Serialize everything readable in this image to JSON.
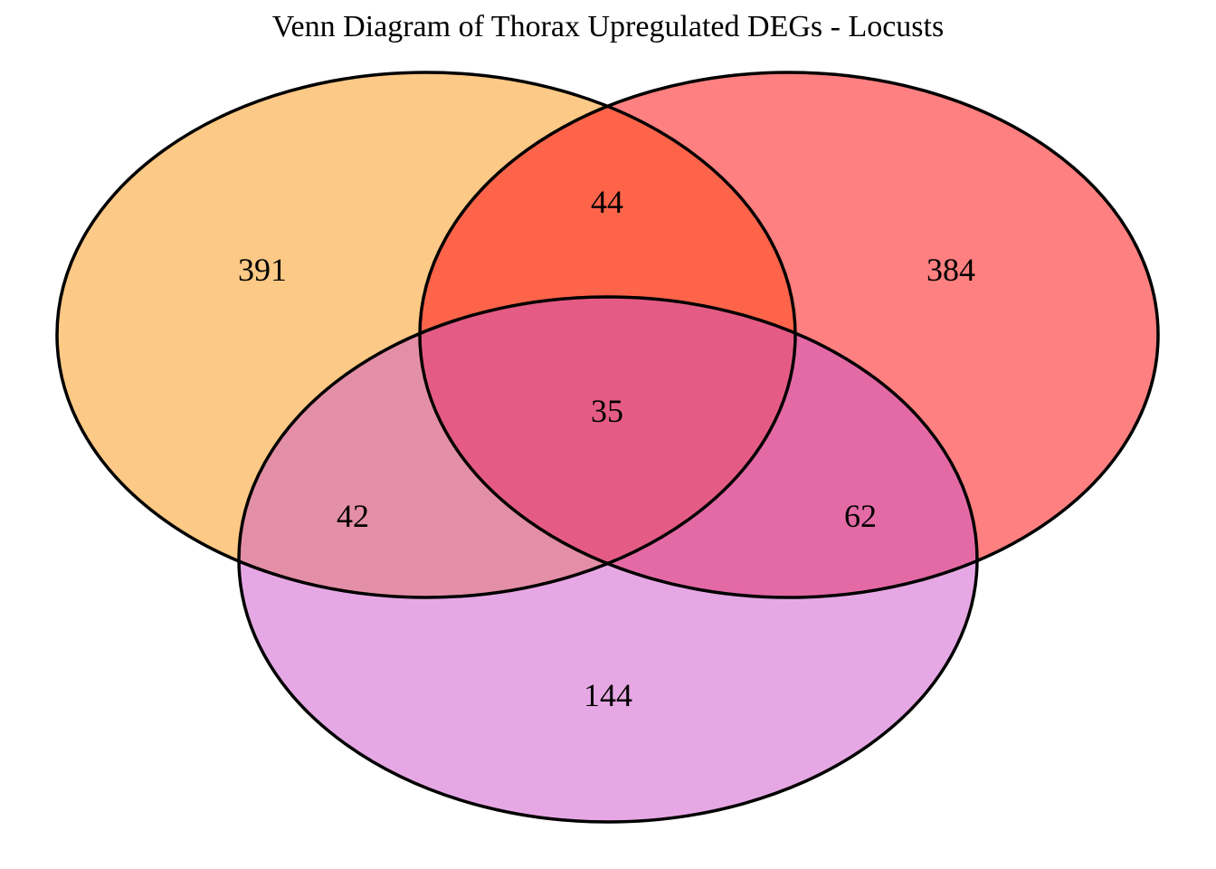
{
  "title": "Venn Diagram of Thorax Upregulated DEGs - Locusts",
  "sets": [
    {
      "id": "A",
      "color": "#fdc986",
      "position": "top-left"
    },
    {
      "id": "B",
      "color": "#ff8080",
      "position": "top-right"
    },
    {
      "id": "C",
      "color": "#e6a8e4",
      "position": "bottom"
    }
  ],
  "overlap_colors": {
    "A_B": "#fe644a",
    "A_C": "#e48fa8",
    "B_C": "#e46aa6",
    "A_B_C": "#e45c86"
  },
  "regions": {
    "A_only": "391",
    "B_only": "384",
    "C_only": "144",
    "A_B": "44",
    "A_C": "42",
    "B_C": "62",
    "A_B_C": "35"
  }
}
